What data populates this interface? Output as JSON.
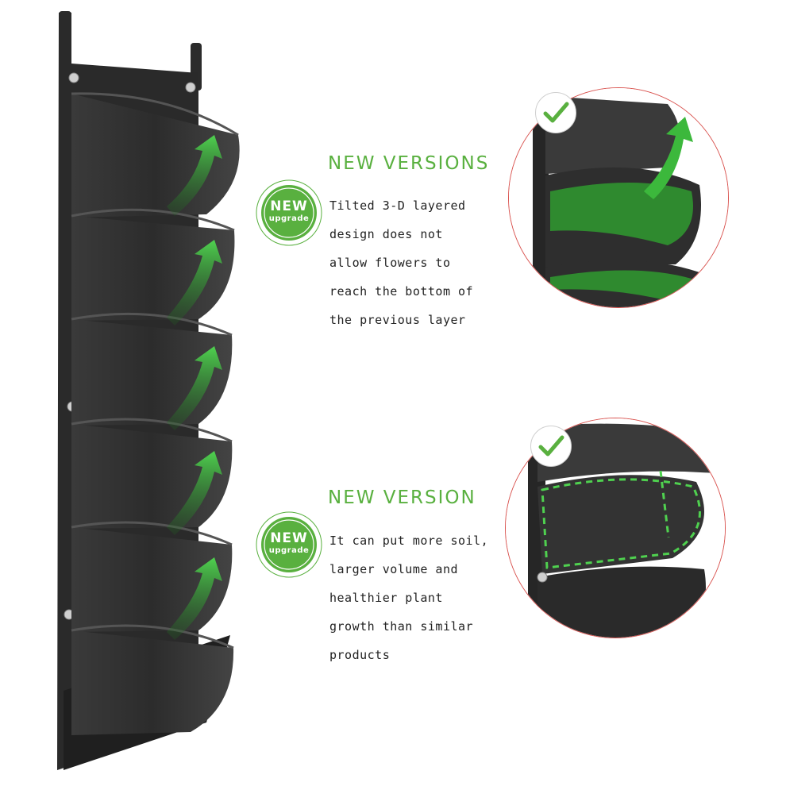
{
  "sections": [
    {
      "badge": {
        "main": "NEW",
        "sub": "upgrade"
      },
      "heading": "NEW VERSIONS",
      "lines": [
        "Tilted 3-D layered",
        "design does not",
        "allow flowers to",
        "reach the bottom of",
        "the previous layer"
      ]
    },
    {
      "badge": {
        "main": "NEW",
        "sub": "upgrade"
      },
      "heading": "NEW VERSION",
      "lines": [
        "It can put more soil,",
        "larger volume and",
        "healthier plant",
        "growth than similar",
        "products"
      ]
    }
  ],
  "colors": {
    "accent_green": "#59b03f",
    "felt": "#2e2e2e",
    "zoom_border": "#d9534f"
  },
  "icons": [
    "check-icon",
    "arrow-up-icon",
    "grommet-icon"
  ]
}
